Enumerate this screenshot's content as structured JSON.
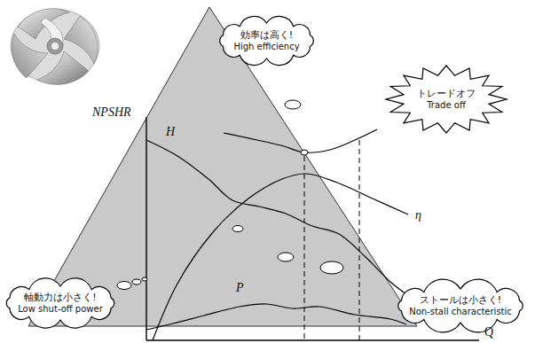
{
  "diagram": {
    "nodes": [
      {
        "text": [
          "効率は高く!",
          "High efficiency"
        ]
      },
      {
        "text": [
          "トレードオフ",
          "Trade off"
        ]
      },
      {
        "text": [
          "軸動力は小さく!",
          "Low shut-off power"
        ]
      },
      {
        "text": [
          "ストールは小さく!",
          "Non-stall characteristic"
        ]
      }
    ],
    "labels": [
      "NPSHR",
      "H",
      "η",
      "P",
      "Q"
    ]
  }
}
